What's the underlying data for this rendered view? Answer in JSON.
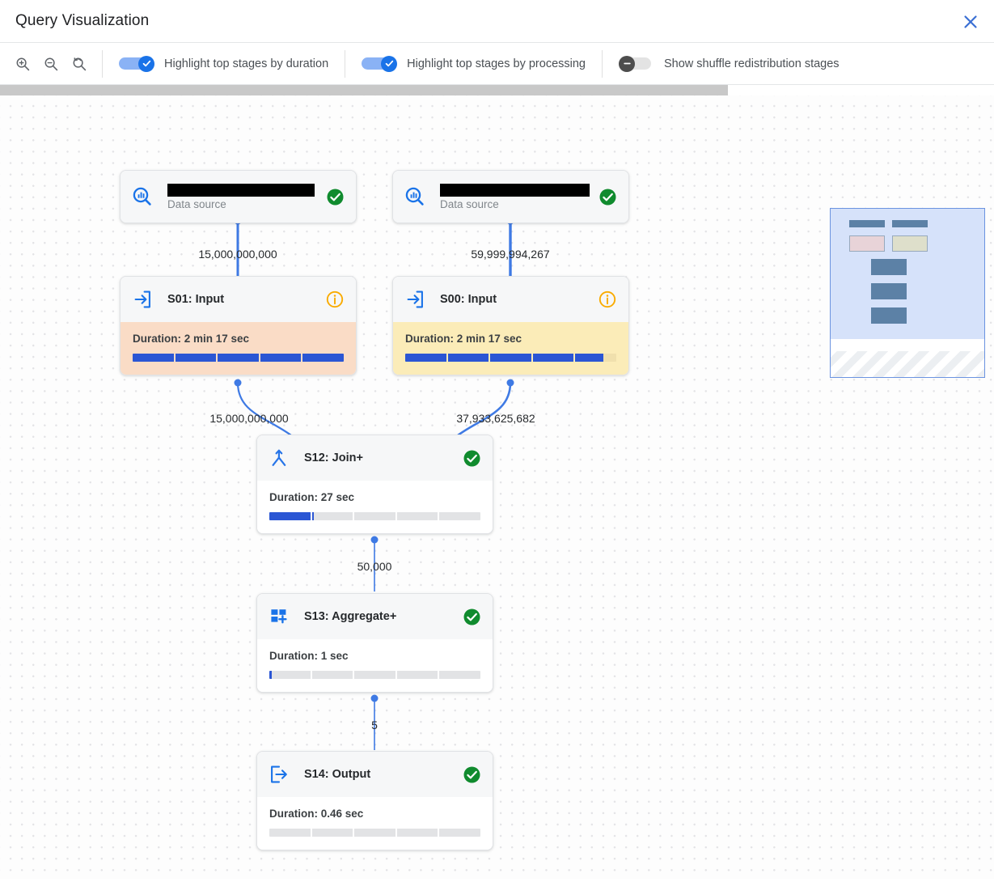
{
  "header": {
    "title": "Query Visualization",
    "close_icon": "close-icon"
  },
  "toolbar": {
    "zoom_in_icon": "zoom-in-icon",
    "zoom_out_icon": "zoom-out-icon",
    "zoom_reset_icon": "zoom-reset-icon",
    "toggles": [
      {
        "label": "Highlight top stages by duration",
        "state": "on"
      },
      {
        "label": "Highlight top stages by processing",
        "state": "on"
      },
      {
        "label": "Show shuffle redistribution stages",
        "state": "off"
      }
    ]
  },
  "graph": {
    "nodes": [
      {
        "id": "src-left",
        "kind": "data-source",
        "name_redacted": true,
        "subtitle": "Data source",
        "icon": "data-source-search-icon",
        "status": "success",
        "status_icon": "check-circle-icon"
      },
      {
        "id": "src-right",
        "kind": "data-source",
        "name_redacted": true,
        "subtitle": "Data source",
        "icon": "data-source-search-icon",
        "status": "success",
        "status_icon": "check-circle-icon"
      },
      {
        "id": "S01",
        "kind": "stage",
        "title": "S01: Input",
        "icon": "input-arrow-icon",
        "status": "info",
        "status_icon": "info-circle-icon",
        "duration_label": "Duration: 2 min 17 sec",
        "progress_percent": 100,
        "highlight": "peach"
      },
      {
        "id": "S00",
        "kind": "stage",
        "title": "S00: Input",
        "icon": "input-arrow-icon",
        "status": "info",
        "status_icon": "info-circle-icon",
        "duration_label": "Duration: 2 min 17 sec",
        "progress_percent": 94,
        "highlight": "yellow"
      },
      {
        "id": "S12",
        "kind": "stage",
        "title": "S12: Join+",
        "icon": "join-merge-icon",
        "status": "success",
        "status_icon": "check-circle-icon",
        "duration_label": "Duration: 27 sec",
        "progress_percent": 21,
        "highlight": "none"
      },
      {
        "id": "S13",
        "kind": "stage",
        "title": "S13: Aggregate+",
        "icon": "aggregate-plus-icon",
        "status": "success",
        "status_icon": "check-circle-icon",
        "duration_label": "Duration: 1 sec",
        "progress_percent": 1,
        "highlight": "none"
      },
      {
        "id": "S14",
        "kind": "stage",
        "title": "S14: Output",
        "icon": "output-arrow-icon",
        "status": "success",
        "status_icon": "check-circle-icon",
        "duration_label": "Duration: 0.46 sec",
        "progress_percent": 0,
        "highlight": "none"
      }
    ],
    "edge_labels": [
      {
        "id": "e1",
        "value": "15,000,000,000"
      },
      {
        "id": "e2",
        "value": "59,999,994,267"
      },
      {
        "id": "e3",
        "value": "15,000,000,000"
      },
      {
        "id": "e4",
        "value": "37,933,625,682"
      },
      {
        "id": "e5",
        "value": "50,000"
      },
      {
        "id": "e6",
        "value": "5"
      }
    ]
  },
  "minimap": {
    "name": "graph-minimap"
  },
  "colors": {
    "accent_blue": "#1a73e8",
    "edge_blue": "#4285f4",
    "progress_blue": "#2b56d4",
    "success_green": "#1e8e3e",
    "info_orange": "#f9ab00",
    "highlight_peach": "#fadcc6",
    "highlight_yellow": "#fbecb8"
  }
}
